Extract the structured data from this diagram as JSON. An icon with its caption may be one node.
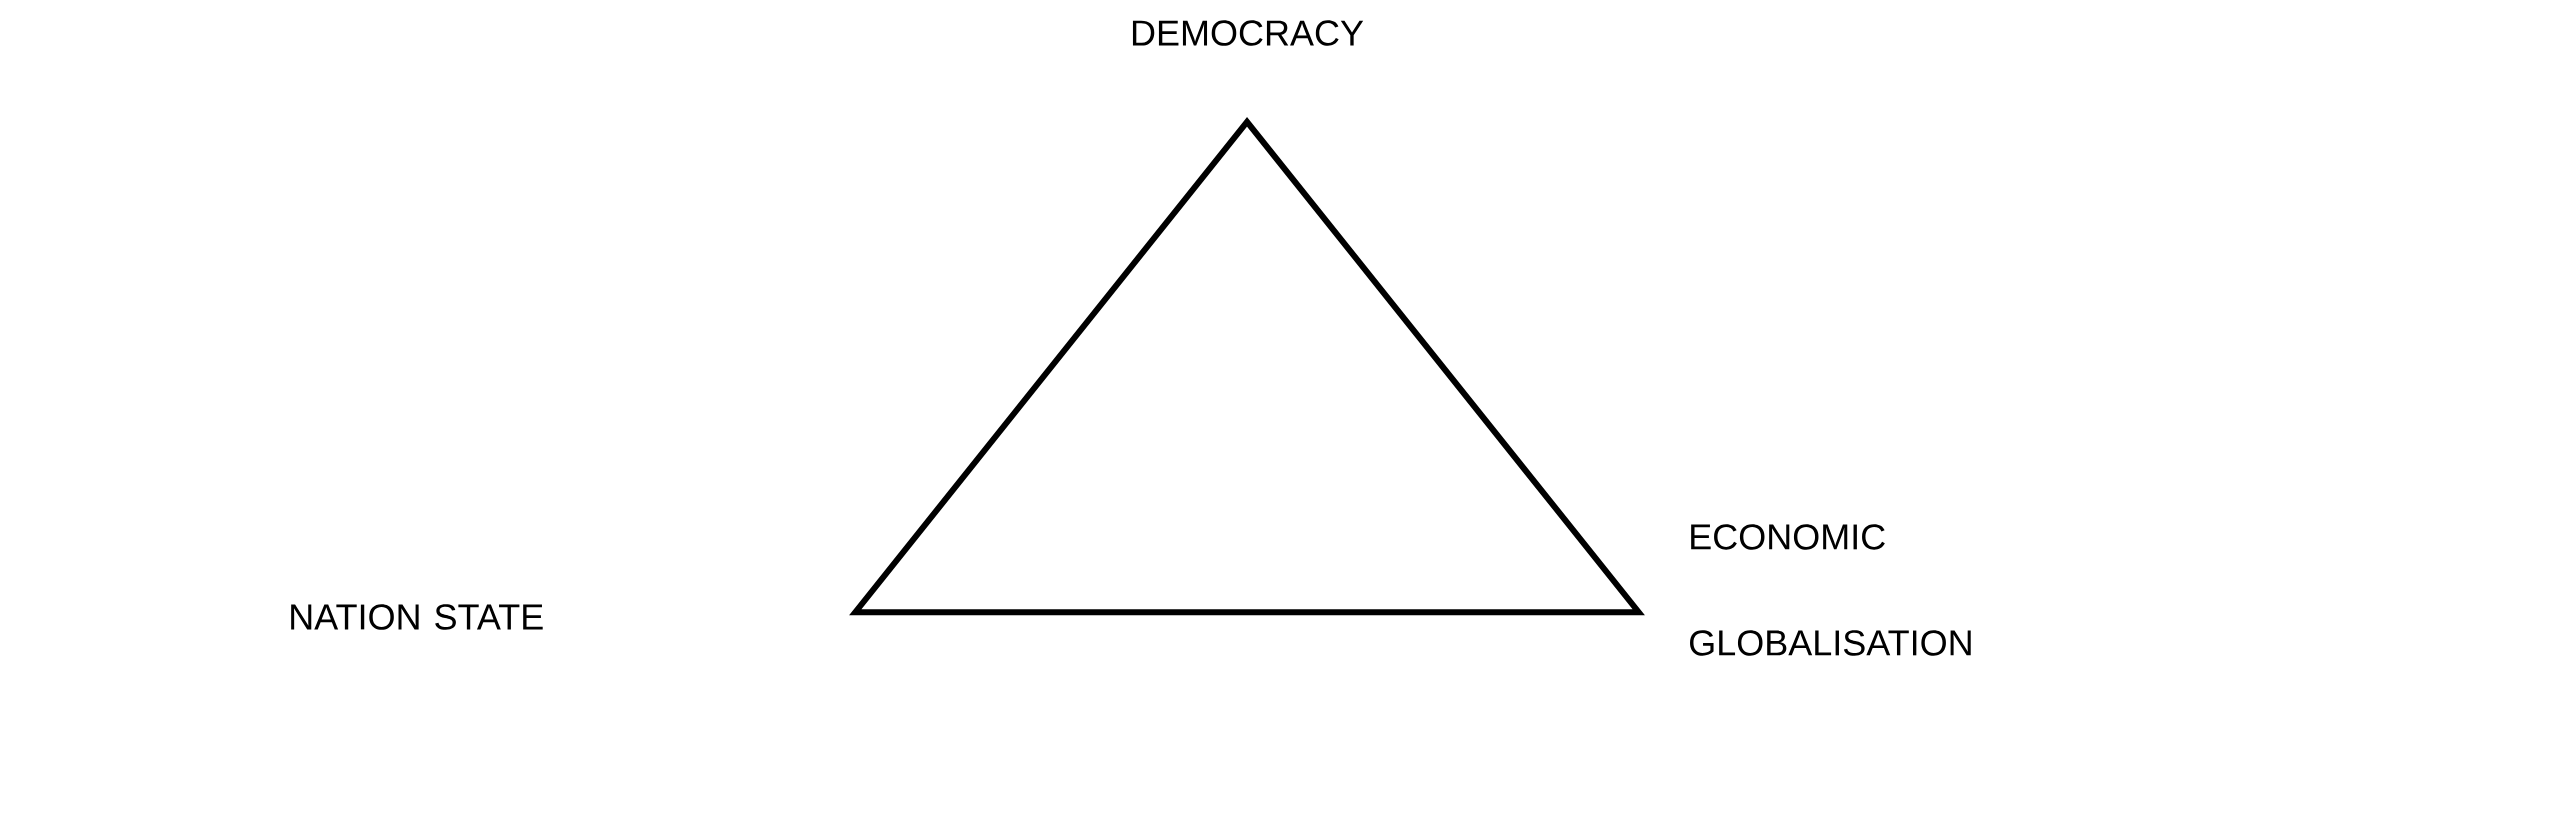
{
  "diagram": {
    "nodes": [
      {
        "text": [],
        "shape": "triangle",
        "beside": [
          "DEMOCRACY",
          "ECONOMIC GLOBALISATION"
        ]
      }
    ],
    "labels": [
      "NATION STATE"
    ]
  }
}
